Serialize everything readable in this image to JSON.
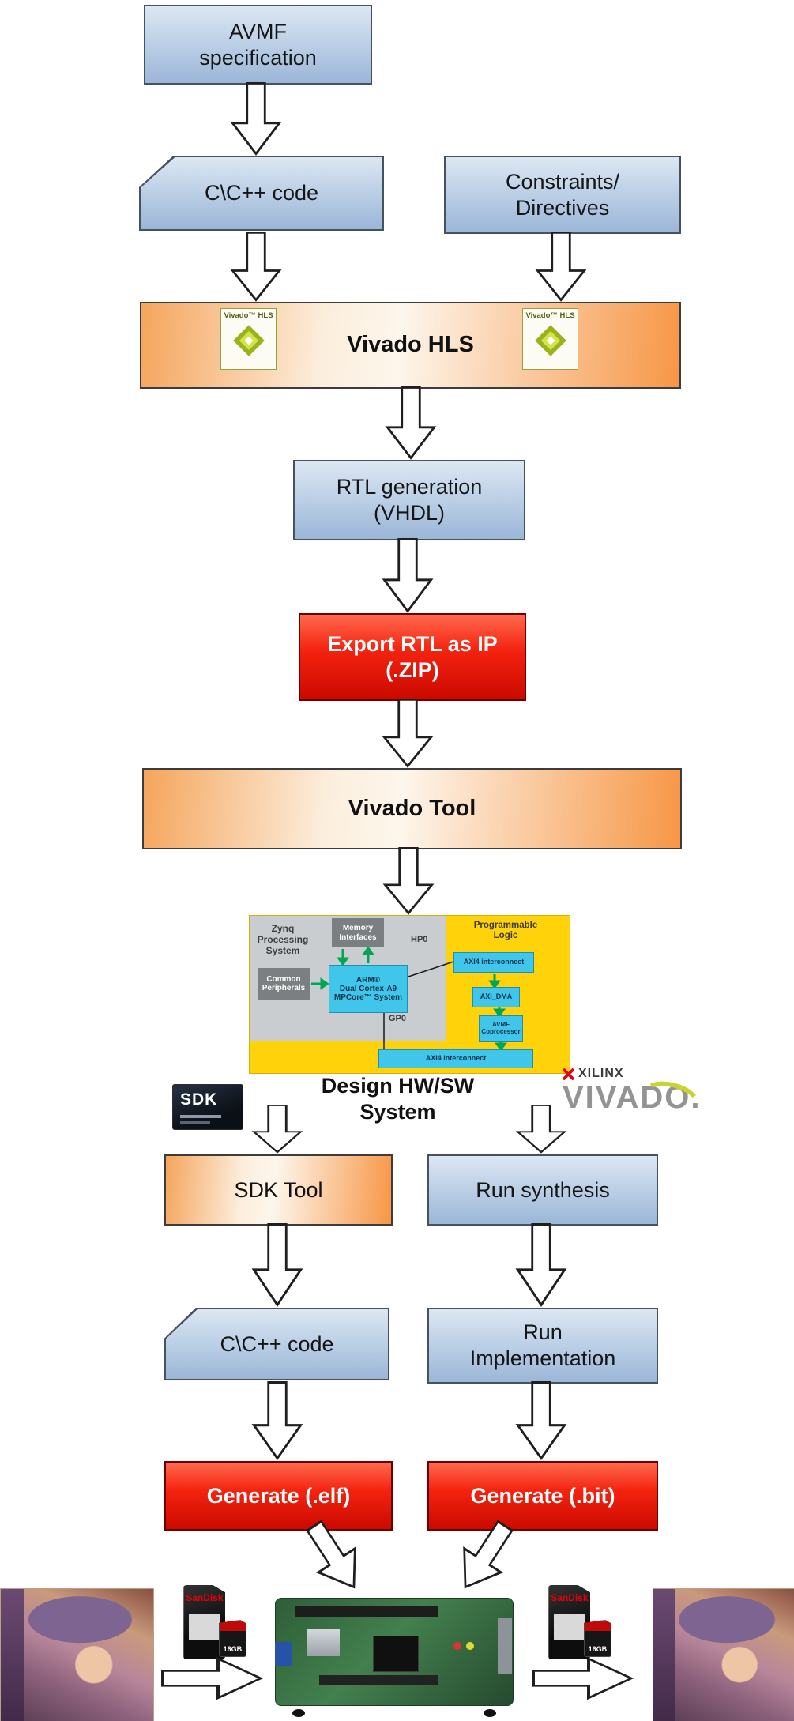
{
  "flow": {
    "avmf_spec": "AVMF\nspecification",
    "c_code_top": "C\\C++ code",
    "constraints": "Constraints/\nDirectives",
    "vivado_hls": "Vivado HLS",
    "rtl_generation": "RTL generation\n(VHDL)",
    "export_rtl": "Export RTL as IP\n(.ZIP)",
    "vivado_tool": "Vivado Tool",
    "design_hw_sw": "Design HW/SW\nSystem",
    "sdk_tool": "SDK Tool",
    "run_synthesis": "Run synthesis",
    "c_code_bottom": "C\\C++ code",
    "run_implementation": "Run\nImplementation",
    "generate_elf": "Generate (.elf)",
    "generate_bit": "Generate (.bit)"
  },
  "block_diagram": {
    "zynq_ps": "Zynq\nProcessing\nSystem",
    "memory_interfaces": "Memory\nInterfaces",
    "common_peripherals": "Common\nPeripherals",
    "arm": "ARM®\nDual Cortex-A9\nMPCore™ System",
    "hp0": "HP0",
    "gp0": "GP0",
    "programmable_logic": "Programmable\nLogic",
    "axi4_top": "AXI4 interconnect",
    "axi_dma": "AXI_DMA",
    "avmf_coprocessor": "AVMF\nCoprocessor",
    "axi4_bottom": "AXI4 interconnect"
  },
  "logos": {
    "vivado_hls_badge": "Vivado™ HLS",
    "sdk": "SDK",
    "xilinx": "XILINX",
    "vivado": "VIVADO."
  },
  "sd_card": {
    "brand": "SanDisk",
    "capacity": "16GB"
  },
  "colors": {
    "flow_blue": "#b9cde4",
    "flow_orange": "#f79646",
    "flow_red": "#e11a0c",
    "diagram_yellow": "#ffd20a",
    "diagram_cyan": "#3fc6ea",
    "xilinx_red": "#e3000f",
    "arrow_fill": "#ffffff"
  }
}
